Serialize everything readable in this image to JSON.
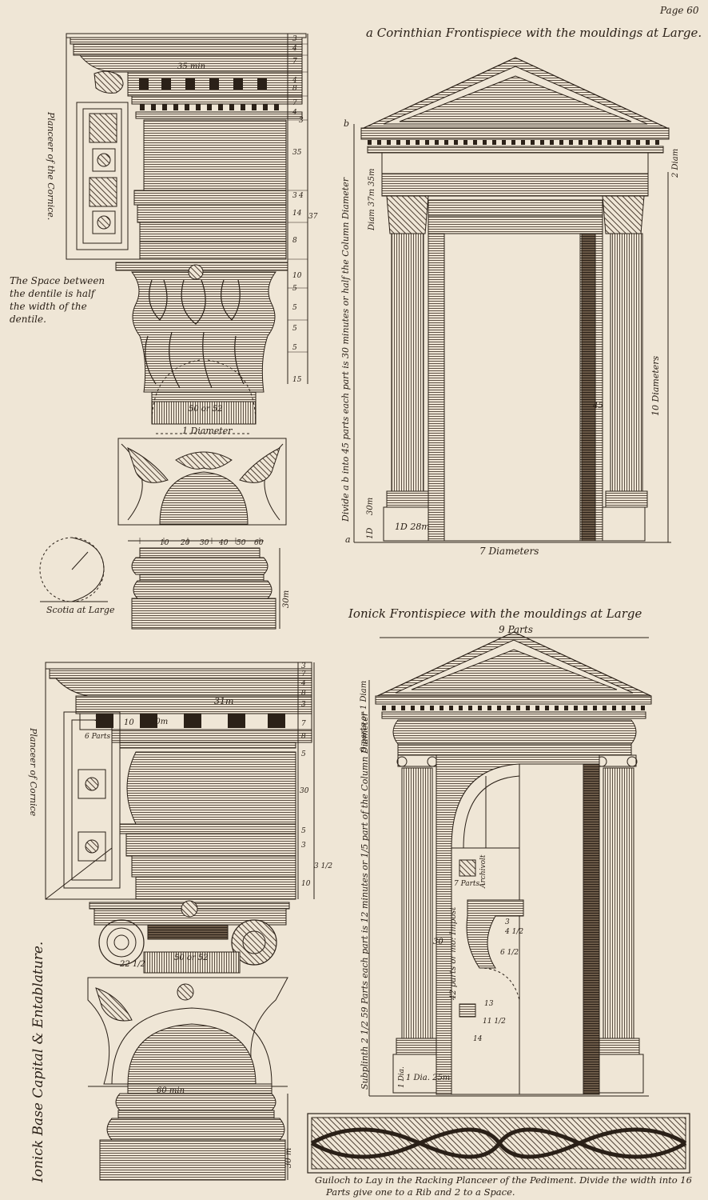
{
  "page_number": "Page 60",
  "corinthian": {
    "title": "a Corinthian Frontispiece with the mouldings at Large.",
    "dentil_note": [
      "The Space between",
      "the dentile is half",
      "the width of the",
      "dentile."
    ],
    "planceer_label": "Planceer of the Cornice.",
    "divide_note": "Divide a b into 45 parts each part is 30 minutes or half the Column Diameter",
    "diameters_label": "7 Diameters",
    "diam_label_right": "10 Diameters",
    "two_diam": "2 Diam",
    "one_diameter": "1 Diameter",
    "capital_base": "50 or 52",
    "cornice_min": "35 min",
    "scotia_label": "Scotia at Large",
    "base_scale": [
      "10",
      "20",
      "30",
      "40",
      "50",
      "60"
    ],
    "column_base_note": "1D 28m",
    "a_label": "a",
    "b_label": "b",
    "thirty_m": "30m",
    "one_d": "1D",
    "height_45": "45",
    "diam_37": "Diam 37m 35m",
    "base_30m": "30m",
    "dims_right": [
      "3",
      "4",
      "7",
      "4",
      "8",
      "7",
      "4",
      "3",
      "35",
      "3",
      "4",
      "14",
      "37",
      "8",
      "10",
      "5",
      "5",
      "5",
      "5",
      "15"
    ]
  },
  "ionic": {
    "title": "Ionick Frontispiece with the mouldings at Large",
    "nine_parts": "9 Parts",
    "capital_label": "Ionick Base Capital & Entablature.",
    "planceer_label": "Planceer of Cornice",
    "cornice_31m": "31m",
    "cornice_20m": "20m",
    "cornice_10": "10",
    "cornice_10b": "10",
    "six_parts": "6 Parts",
    "capital_base": "50 or 52",
    "capital_22": "22 1/2",
    "base_60min": "60 min",
    "base_30m": "30 m",
    "arch_note": "9 parts or 1 Diam",
    "side_note": "Subplinth 2 1/2 59 Parts each part is 12 minutes or 1/5 part of the Column Diameter",
    "impost_note": "42 parts or mo: Impost",
    "archivolt": "Archivolt",
    "seven_parts": "7 Parts",
    "one_dia": "1 Dia. 25m",
    "base_1dia": "1 Dia.",
    "thirty": "30",
    "dims_right": [
      "3",
      "7",
      "4",
      "8",
      "3",
      "7",
      "8",
      "5",
      "30",
      "5",
      "3",
      "10",
      "3 1/2"
    ],
    "impost_dims": [
      "3",
      "4 1/2",
      "6 1/2",
      "13",
      "11 1/2",
      "14"
    ]
  },
  "guilloche": {
    "caption_line1": "Guiloch to Lay in the Racking Planceer of the Pediment. Divide the width into 16",
    "caption_line2": "Parts give one to a Rib and 2 to a Space."
  }
}
